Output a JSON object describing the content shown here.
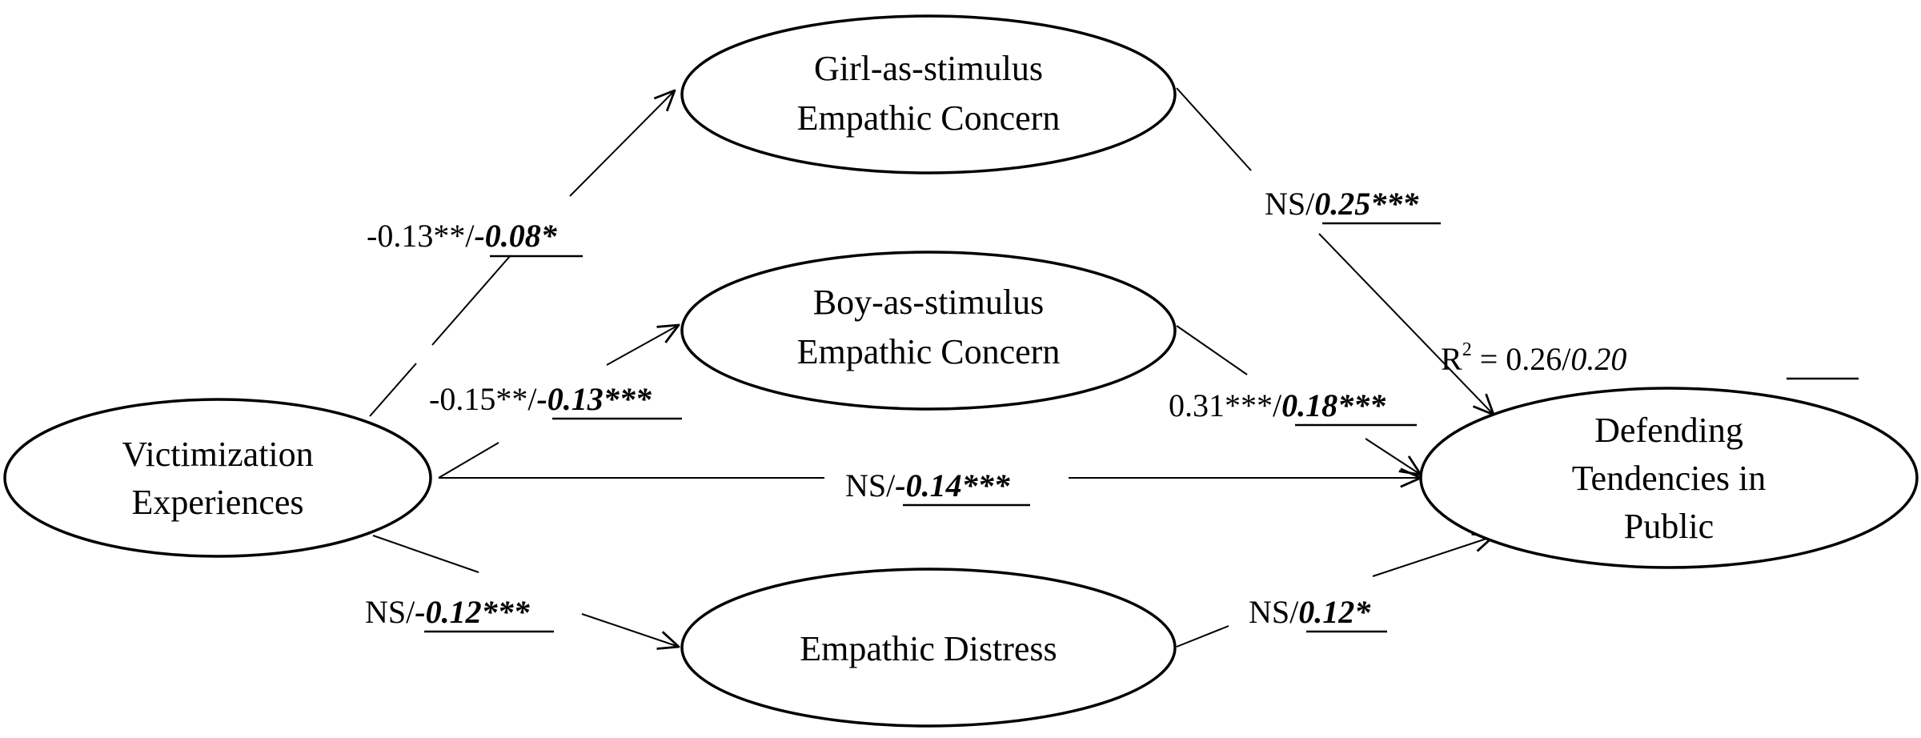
{
  "nodes": {
    "victimization": {
      "line1": "Victimization",
      "line2": "Experiences"
    },
    "girl_ec": {
      "line1": "Girl-as-stimulus",
      "line2": "Empathic Concern"
    },
    "boy_ec": {
      "line1": "Boy-as-stimulus",
      "line2": "Empathic Concern"
    },
    "distress": {
      "line1": "Empathic Distress"
    },
    "defending": {
      "line1": "Defending",
      "line2": "Tendencies in",
      "line3": "Public"
    }
  },
  "paths": {
    "vic_girl": {
      "first": "-0.13**/",
      "second": "-0.08*"
    },
    "vic_boy": {
      "first": "-0.15**/",
      "second": "-0.13***"
    },
    "vic_def": {
      "first": "NS/",
      "second": "-0.14***"
    },
    "vic_dis": {
      "first": "NS/",
      "second": "-0.12***"
    },
    "girl_def": {
      "first": "NS/",
      "second": "0.25***"
    },
    "boy_def": {
      "first": "0.31***/",
      "second": "0.18***"
    },
    "dis_def": {
      "first": "NS/",
      "second": "0.12*"
    }
  },
  "r_squared": {
    "label": "R",
    "superscript": "2",
    "first": " = 0.26/",
    "second": "0.20"
  }
}
